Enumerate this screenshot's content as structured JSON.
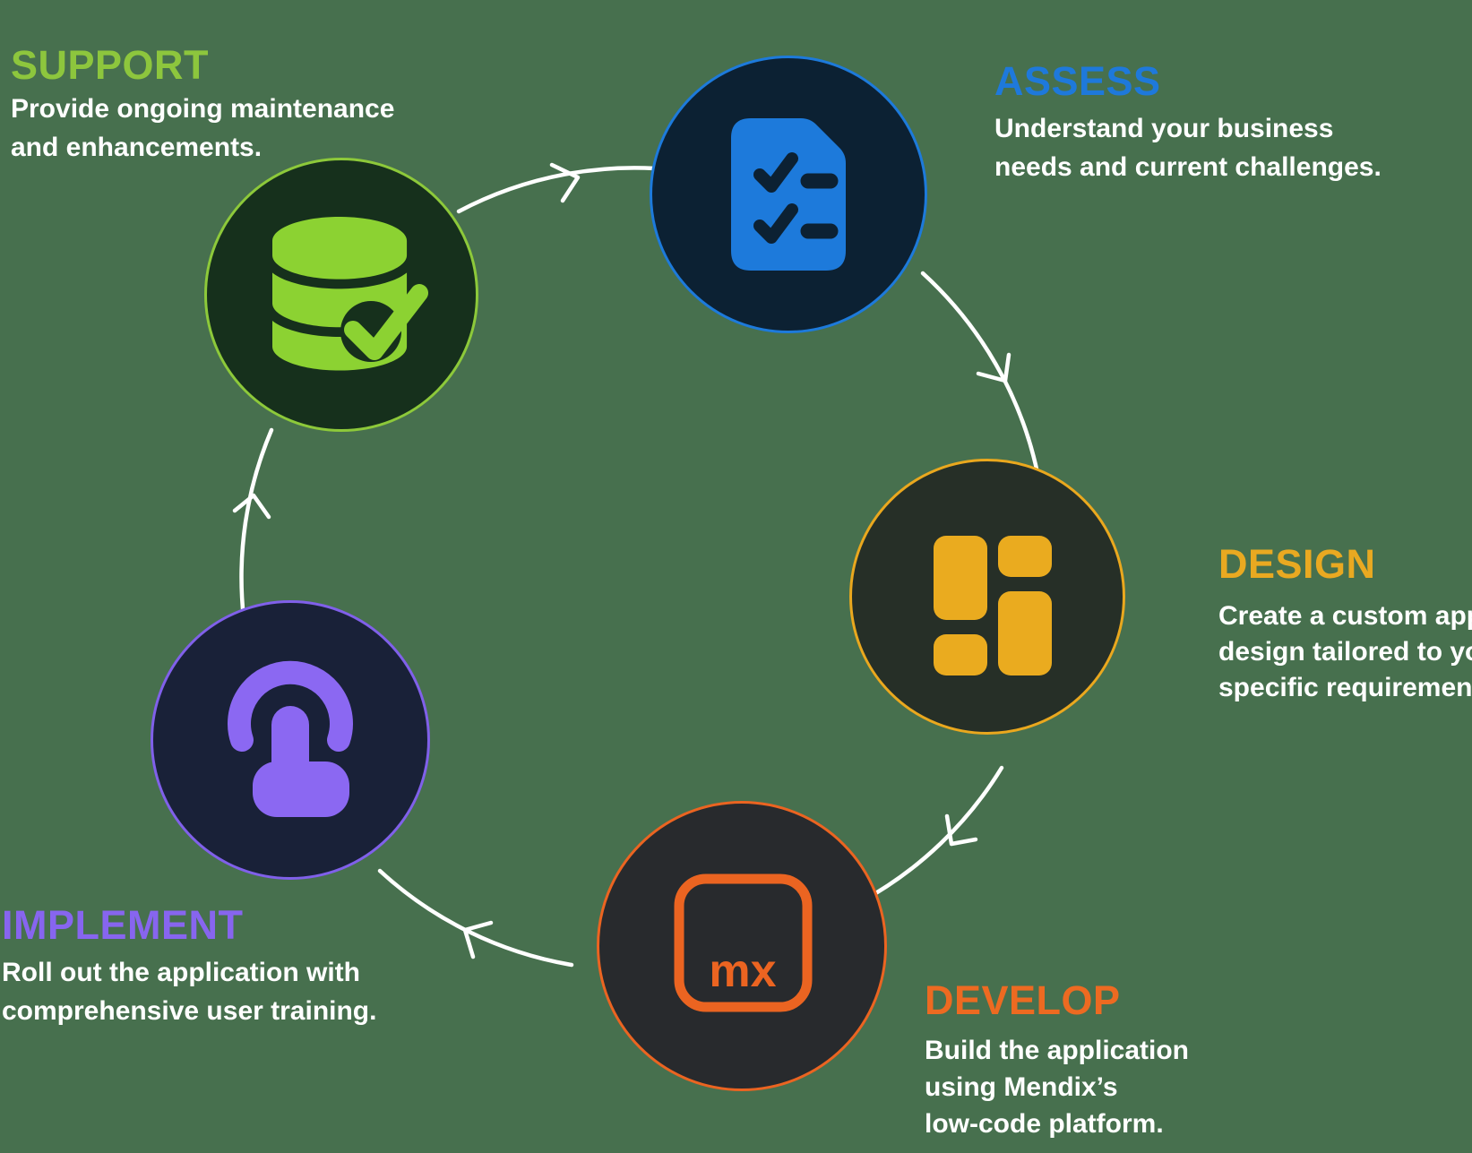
{
  "canvas": {
    "background_color": "#47704E",
    "arrow_color": "#FFFFFF"
  },
  "flow": {
    "direction": "clockwise",
    "order": [
      "SUPPORT",
      "ASSESS",
      "DESIGN",
      "DEVELOP",
      "IMPLEMENT"
    ]
  },
  "stages": [
    {
      "id": "support",
      "label": "SUPPORT",
      "description_lines": [
        "Provide ongoing maintenance",
        "and enhancements."
      ],
      "accent_color": "#8DC63D",
      "circle_fill": "#16301C",
      "icon": "database-check-icon"
    },
    {
      "id": "assess",
      "label": "ASSESS",
      "description_lines": [
        "Understand your business",
        "needs and current challenges."
      ],
      "accent_color": "#1E79DB",
      "circle_fill": "#0C2133",
      "icon": "checklist-document-icon"
    },
    {
      "id": "design",
      "label": "DESIGN",
      "description_lines": [
        "Create a custom app",
        "design tailored to your",
        "specific requirements."
      ],
      "accent_color": "#E9A921",
      "circle_fill": "#262F27",
      "icon": "layout-grid-icon"
    },
    {
      "id": "develop",
      "label": "DEVELOP",
      "description_lines": [
        "Build the application",
        "using Mendix’s",
        "low-code platform."
      ],
      "accent_color": "#ED6A21",
      "circle_fill": "#282A2D",
      "icon": "mendix-logo-icon",
      "icon_text": "mx"
    },
    {
      "id": "implement",
      "label": "IMPLEMENT",
      "description_lines": [
        "Roll out the application with",
        "comprehensive user training."
      ],
      "accent_color": "#8765EF",
      "circle_fill": "#192138",
      "icon": "touch-tap-icon"
    }
  ]
}
